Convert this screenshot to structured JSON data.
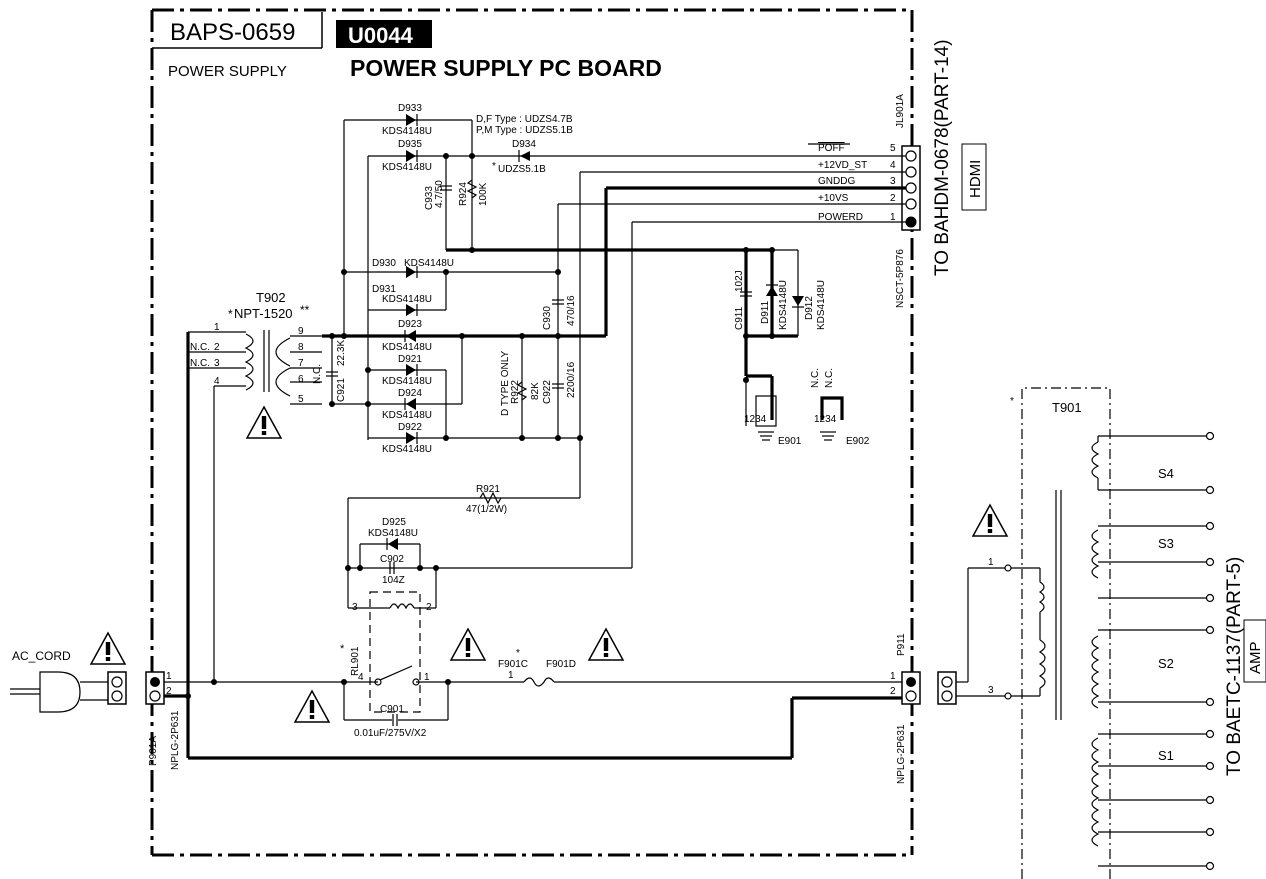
{
  "header": {
    "board_code": "BAPS-0659",
    "unit_code": "U0044",
    "subtitle": "POWER SUPPLY",
    "title": "POWER SUPPLY PC BOARD"
  },
  "connectors": {
    "jl901a": "JL901A",
    "nsct": "NSCT-5P876",
    "hdmi_dest": "TO BAHDM-0678(PART-14)",
    "hdmi_box": "HDMI",
    "amp_dest": "TO BAETC-1137(PART-5)",
    "amp_box": "AMP",
    "p911": "P911",
    "p901a": "P901A",
    "nplg_left": "NPLG-2P631",
    "nplg_right": "NPLG-2P631",
    "ac_cord": "AC_CORD"
  },
  "signals": [
    {
      "name": "POFF",
      "pin": "5"
    },
    {
      "name": "+12VD_ST",
      "pin": "4"
    },
    {
      "name": "GNDDG",
      "pin": "3"
    },
    {
      "name": "+10VS",
      "pin": "2"
    },
    {
      "name": "POWERD",
      "pin": "1"
    }
  ],
  "diodes": {
    "d933": "D933",
    "d935": "D935",
    "d934": "D934",
    "d930": "D930",
    "d931": "D931",
    "d923": "D923",
    "d921": "D921",
    "d924": "D924",
    "d922": "D922",
    "d925": "D925",
    "d911": "D911",
    "d912": "D912",
    "kds": "KDS4148U",
    "udzs": "UDZS5.1B"
  },
  "notes": {
    "df_type": "D,F Type : UDZS4.7B",
    "pm_type": "P,M Type : UDZS5.1B",
    "d_type_only": "D TYPE ONLY",
    "nc": "N.C."
  },
  "components": {
    "c933": "C933",
    "c933_val": "4.7/50",
    "r924": "R924",
    "r924_val": "100K",
    "c930": "C930",
    "c930_val": "470/16",
    "r922": "R922",
    "r922_val": "82K",
    "c922": "C922",
    "c922_val": "2200/16",
    "c911": "C911",
    "c911_val": "102J",
    "c921": "C921",
    "c921_val": "22.3K",
    "r921": "R921",
    "r921_val": "47(1/2W)",
    "c902": "C902",
    "c902_val": "104Z",
    "c901": "C901",
    "c901_val": "0.01uF/275V/X2",
    "rl901": "RL901",
    "f901c": "F901C",
    "f901d": "F901D",
    "e901": "E901",
    "e902": "E902"
  },
  "transformers": {
    "t902": "T902",
    "t902_type": "NPT-1520",
    "t901": "T901",
    "s4": "S4",
    "s3": "S3",
    "s2": "S2",
    "s1": "S1"
  },
  "pins": {
    "p1": "1",
    "p2": "2",
    "p3": "3",
    "p4": "4",
    "p5": "5",
    "p6": "6",
    "p7": "7",
    "p8": "8",
    "p9": "9"
  }
}
